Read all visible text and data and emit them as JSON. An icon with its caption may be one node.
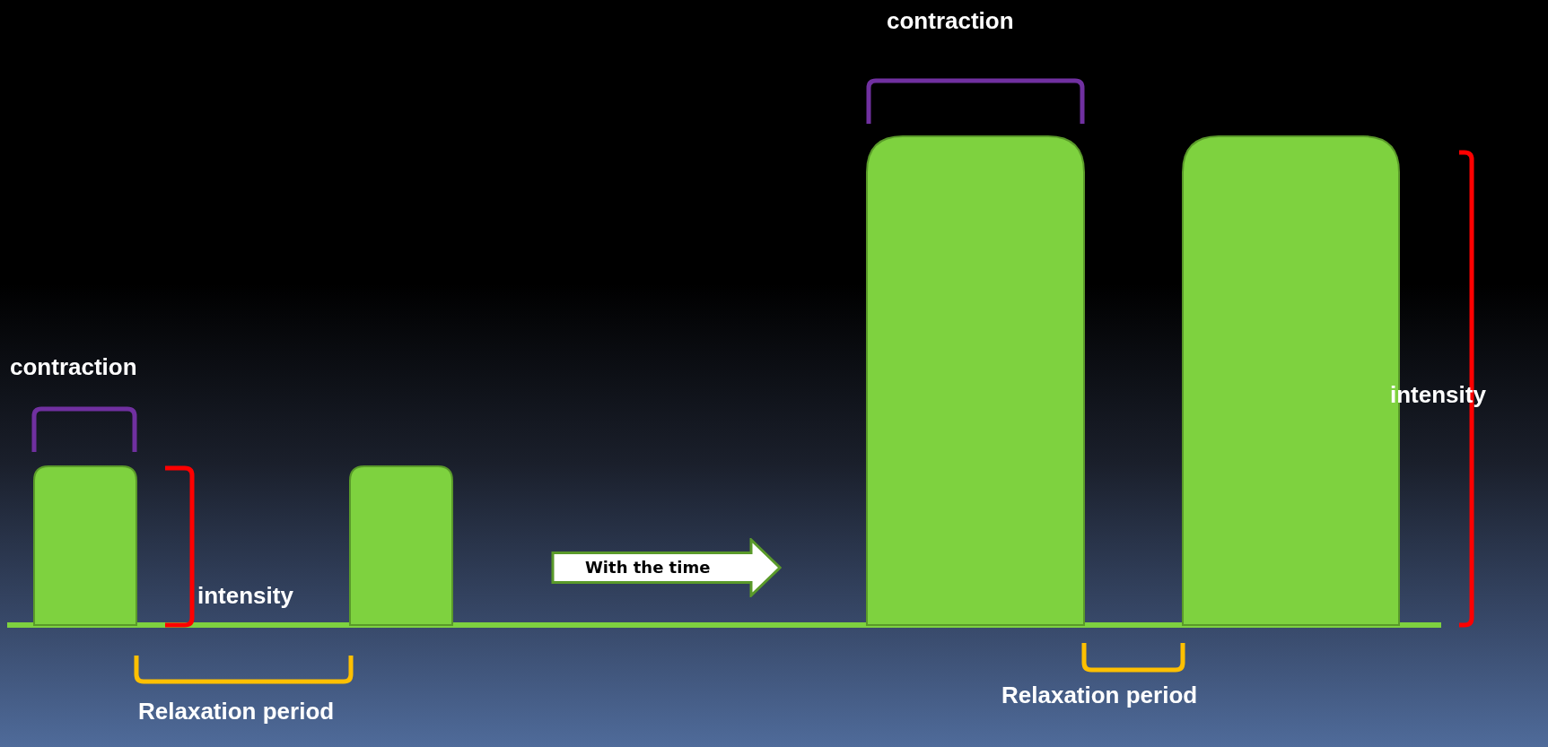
{
  "diagram": {
    "nodes": [
      {
        "text": [],
        "shape": "bar"
      },
      {
        "text": [],
        "shape": "bar"
      },
      {
        "text": [
          "With the time"
        ]
      },
      {
        "text": [],
        "shape": "bar"
      },
      {
        "text": [],
        "shape": "bar"
      }
    ],
    "labels": [
      "contraction",
      "contraction",
      "intensity",
      "intensity",
      "Relaxation period",
      "Relaxation period"
    ]
  }
}
